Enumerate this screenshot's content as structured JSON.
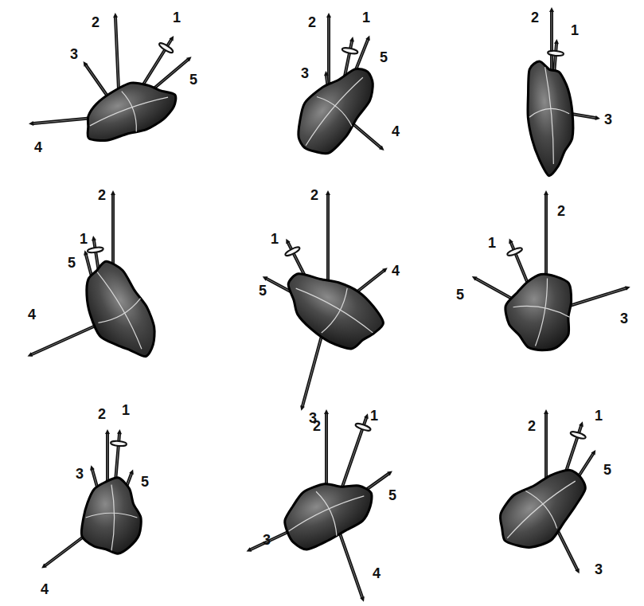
{
  "diagram": {
    "labels": [
      "2",
      "1",
      "3",
      "5",
      "4",
      "2",
      "1",
      "3",
      "5",
      "4",
      "2",
      "1",
      "3",
      "2",
      "1",
      "5",
      "4",
      "2",
      "1",
      "5",
      "4",
      "3",
      "1",
      "2",
      "5",
      "3",
      "2",
      "1",
      "3",
      "5",
      "4",
      "2",
      "1",
      "5",
      "3",
      "4",
      "2",
      "1",
      "5",
      "3"
    ]
  }
}
